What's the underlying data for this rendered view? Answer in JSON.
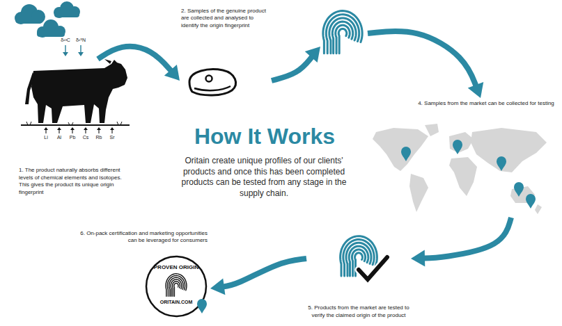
{
  "diagram": {
    "title": "How It Works",
    "nodes": [
      {
        "text": [
          "1. The product naturally absorbs different levels of chemical elements and isotopes. This gives the product its unique origin fingerprint"
        ]
      },
      {
        "text": [
          "2. Samples of the genuine product are collected and analysed to identify the origin fingerprint"
        ]
      },
      {
        "text": [
          "4. Samples from the market can be collected for testing"
        ]
      },
      {
        "text": [
          "5. Products from the market are tested to verify the claimed origin of the product"
        ]
      },
      {
        "text": [
          "6. On-pack certification and marketing opportunities can be leveraged for consumers",
          "PROVEN ORIGIN",
          "ORITAIN.COM"
        ]
      }
    ],
    "edges": [
      {
        "from": 0,
        "to": 1,
        "arrow": "to"
      },
      {
        "from": 1,
        "to": 2,
        "arrow": "to"
      },
      {
        "from": 2,
        "to": 3,
        "arrow": "to"
      },
      {
        "from": 3,
        "to": 4,
        "arrow": "to"
      }
    ],
    "labels": [
      "δ¹³C",
      "δ¹⁵N",
      "Li",
      "Al",
      "Pb",
      "Cs",
      "Rb",
      "Sr",
      "Oritain create unique profiles of our clients' products and once this has been completed products can be tested from any stage in the supply chain."
    ]
  }
}
